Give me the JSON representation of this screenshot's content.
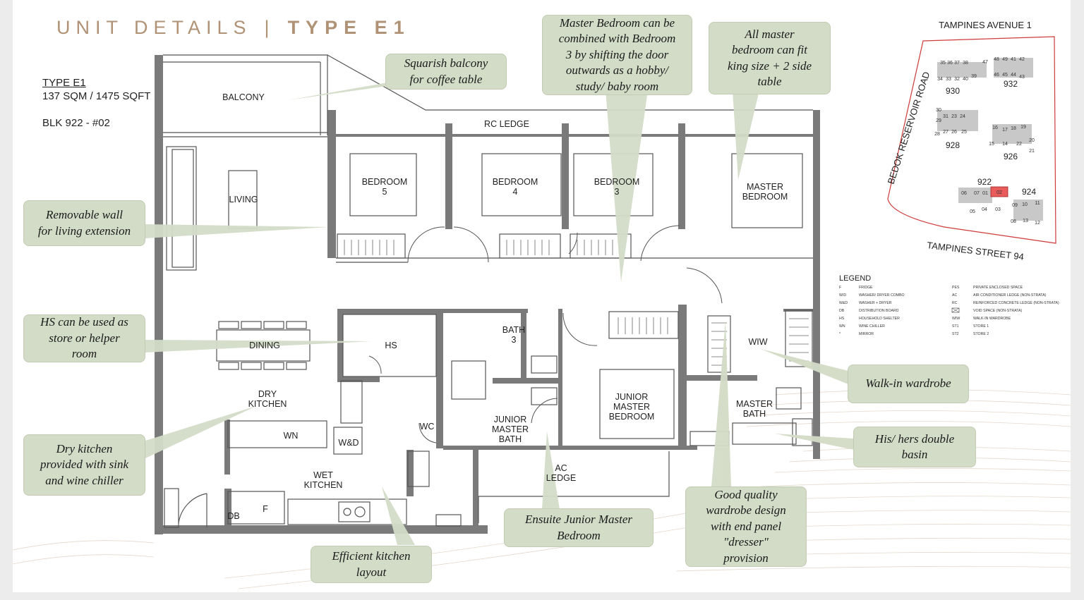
{
  "header": {
    "title_left": "UNIT DETAILS",
    "title_sep": "|",
    "title_right": "TYPE E1"
  },
  "unit": {
    "type": "TYPE E1",
    "area": "137 SQM / 1475 SQFT",
    "block": "BLK 922 - #02"
  },
  "rooms": {
    "balcony": "BALCONY",
    "rc_ledge": "RC LEDGE",
    "living": "LIVING",
    "dining": "DINING",
    "hs": "HS",
    "dry_kitchen_1": "DRY",
    "dry_kitchen_2": "KITCHEN",
    "wet_kitchen_1": "WET",
    "wet_kitchen_2": "KITCHEN",
    "wn": "WN",
    "wd": "W&D",
    "wc": "WC",
    "db": "DB",
    "f": "F",
    "bedroom5_1": "BEDROOM",
    "bedroom5_2": "5",
    "bedroom4_1": "BEDROOM",
    "bedroom4_2": "4",
    "bedroom3_1": "BEDROOM",
    "bedroom3_2": "3",
    "master_1": "MASTER",
    "master_2": "BEDROOM",
    "bath3_1": "BATH",
    "bath3_2": "3",
    "jmbath_1": "JUNIOR",
    "jmbath_2": "MASTER",
    "jmbath_3": "BATH",
    "jmbed_1": "JUNIOR",
    "jmbed_2": "MASTER",
    "jmbed_3": "BEDROOM",
    "wiw": "WIW",
    "mbath_1": "MASTER",
    "mbath_2": "BATH",
    "ac_1": "AC",
    "ac_2": "LEDGE"
  },
  "callouts": {
    "balcony": [
      "Squarish balcony",
      "for coffee table"
    ],
    "master_combine": [
      "Master Bedroom can be",
      "combined with Bedroom",
      "3 by shifting the door",
      "outwards as a hobby/",
      "study/ baby room"
    ],
    "king": [
      "All master",
      "bedroom can fit",
      "king size + 2 side",
      "table"
    ],
    "wall": [
      "Removable wall",
      "for living extension"
    ],
    "hs": [
      "HS can be used as",
      "store or helper",
      "room"
    ],
    "dry": [
      "Dry kitchen",
      "provided with sink",
      "and wine chiller"
    ],
    "walkin": [
      "Walk-in wardrobe"
    ],
    "basin": [
      "His/ hers double",
      "basin"
    ],
    "wardrobe": [
      "Good quality",
      "wardrobe design",
      "with end panel",
      "\"dresser\"",
      "provision"
    ],
    "ensuite": [
      "Ensuite Junior Master",
      "Bedroom"
    ],
    "kitchen": [
      "Efficient kitchen",
      "layout"
    ]
  },
  "siteplan": {
    "road_top": "TAMPINES AVENUE 1",
    "road_left": "BEDOK RESERVOIR ROAD",
    "road_bottom": "TAMPINES STREET 94",
    "blocks": [
      "930",
      "932",
      "928",
      "926",
      "922",
      "924"
    ],
    "units_930": [
      "35",
      "36",
      "37",
      "38",
      "34",
      "33",
      "32",
      "40",
      "39"
    ],
    "units_932": [
      "47",
      "48",
      "49",
      "41",
      "42",
      "46",
      "45",
      "44",
      "43"
    ],
    "units_928": [
      "30",
      "31",
      "23",
      "24",
      "29",
      "28",
      "27",
      "26",
      "25"
    ],
    "units_926": [
      "16",
      "17",
      "18",
      "19",
      "15",
      "14",
      "22",
      "20",
      "21"
    ],
    "units_922": [
      "06",
      "07",
      "01",
      "02",
      "05",
      "04",
      "03"
    ],
    "units_924": [
      "09",
      "10",
      "11",
      "08",
      "13",
      "12"
    ]
  },
  "legend": {
    "title": "LEGEND",
    "left": [
      {
        "code": "F",
        "text": "FRIDGE"
      },
      {
        "code": "W/D",
        "text": "WASHER/ DRYER COMBO"
      },
      {
        "code": "W&D",
        "text": "WASHER + DRYER"
      },
      {
        "code": "DB",
        "text": "DISTRIBUTION BOARD"
      },
      {
        "code": "HS",
        "text": "HOUSEHOLD SHELTER"
      },
      {
        "code": "WN",
        "text": "WINE CHILLER"
      },
      {
        "code": "*",
        "text": "MIRROR"
      }
    ],
    "right": [
      {
        "code": "PES",
        "text": "PRIVATE ENCLOSED SPACE"
      },
      {
        "code": "AC",
        "text": "AIR CONDITIONER LEDGE (NON-STRATA)"
      },
      {
        "code": "RC",
        "text": "REINFORCED CONCRETE LEDGE (NON-STRATA)"
      },
      {
        "code": "",
        "text": "VOID SPACE (NON-STRATA)"
      },
      {
        "code": "WIW",
        "text": "WALK-IN WARDROBE"
      },
      {
        "code": "ST1",
        "text": "STORE 1"
      },
      {
        "code": "ST2",
        "text": "STORE 2"
      }
    ]
  },
  "colors": {
    "title": "#b09276",
    "wall": "#7a7a7a",
    "callout_fill": "#d3dcc7",
    "site_boundary": "#cf3a3a",
    "highlight_unit": "#e85c5c"
  }
}
